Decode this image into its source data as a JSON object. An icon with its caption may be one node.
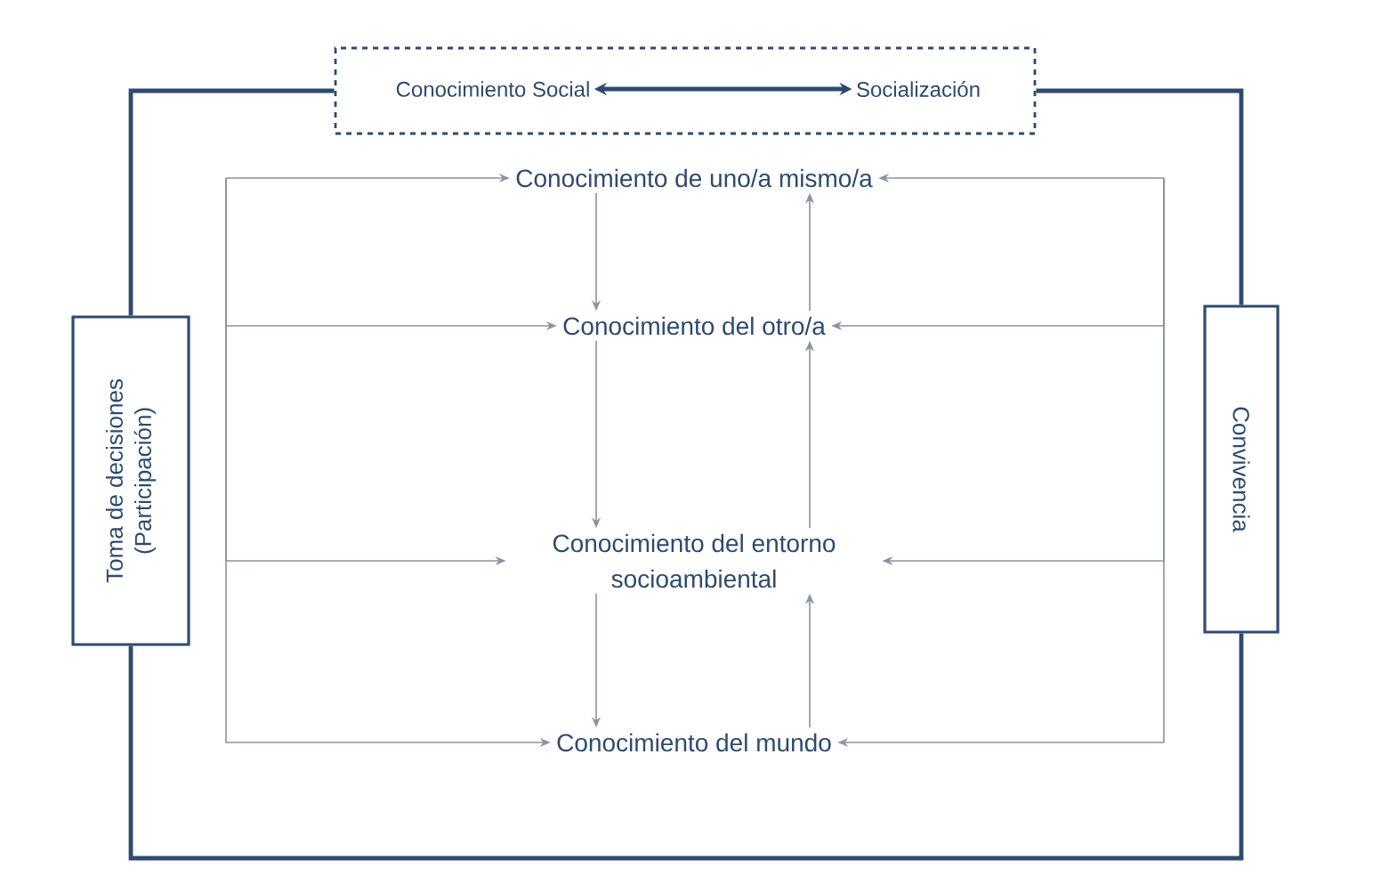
{
  "diagram": {
    "nodes": [
      {
        "text": [],
        "shape": "box"
      },
      {
        "text": [
          "Conocimiento Social"
        ],
        "in": 0
      },
      {
        "text": [
          "Socialización"
        ],
        "in": 0
      },
      {
        "text": [
          "Toma de decisiones (Participación)"
        ]
      },
      {
        "text": [
          "Convivencia"
        ]
      },
      {
        "text": [
          "Conocimiento de uno/a mismo/a"
        ]
      },
      {
        "text": [
          "Conocimiento del otro/a"
        ]
      },
      {
        "text": [
          "Conocimiento del entorno socioambiental"
        ]
      },
      {
        "text": [
          "Conocimiento del mundo"
        ]
      }
    ],
    "edges": [
      {
        "from": 1,
        "to": 2,
        "arrow": "both",
        "style": "thick",
        "color": "#2e4b6e"
      },
      {
        "from": 3,
        "to": 0,
        "arrow": "none",
        "style": "thick",
        "color": "#2e4b6e"
      },
      {
        "from": 0,
        "to": 4,
        "arrow": "none",
        "style": "thick",
        "color": "#2e4b6e"
      },
      {
        "from": 3,
        "to": 4,
        "arrow": "none",
        "style": "thick",
        "color": "#2e4b6e"
      },
      {
        "from": null,
        "to": 5,
        "arrow": "to"
      },
      {
        "from": null,
        "to": 6,
        "arrow": "to"
      },
      {
        "from": null,
        "to": 7,
        "arrow": "to"
      },
      {
        "from": null,
        "to": 8,
        "arrow": "to"
      },
      {
        "from": null,
        "to": 5,
        "arrow": "to"
      },
      {
        "from": null,
        "to": 6,
        "arrow": "to"
      },
      {
        "from": null,
        "to": 7,
        "arrow": "to"
      },
      {
        "from": null,
        "to": 8,
        "arrow": "to"
      },
      {
        "from": 5,
        "to": 6,
        "arrow": "to"
      },
      {
        "from": 6,
        "to": 7,
        "arrow": "to"
      },
      {
        "from": 7,
        "to": 8,
        "arrow": "to"
      },
      {
        "from": 6,
        "to": 5,
        "arrow": "to"
      },
      {
        "from": 7,
        "to": 6,
        "arrow": "to"
      },
      {
        "from": 8,
        "to": 7,
        "arrow": "to"
      }
    ]
  }
}
